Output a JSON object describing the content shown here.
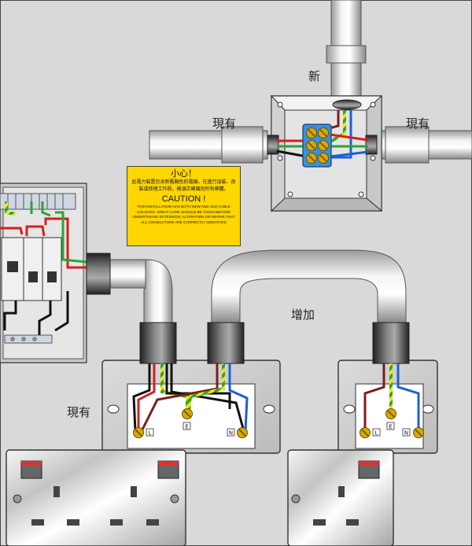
{
  "labels": {
    "new_top": "新",
    "existing_left": "現有",
    "existing_right": "現有",
    "extension": "增加",
    "existing_bottom": "現有"
  },
  "caution": {
    "title_zh": "小心！",
    "body_zh": "此電力裝置包含新舊顏色的電線。在進行加裝、改裝或修理工作前，務須正確識別所有導體。",
    "title_en": "CAUTION !",
    "body_en": "THIS INSTALLATION HAS BOTH NEW AND OLD CABLE COLOURS. GREAT CARE SHOULD BE TAKEN BEFORE UNDERTAKING EXTENSION, ALTERATION OR REPAIR THAT ALL CONDUCTORS ARE CORRECTLY IDENTIFIED"
  },
  "terminals": {
    "left_box": [
      "L",
      "E",
      "N"
    ],
    "right_box": [
      "L",
      "E",
      "N"
    ]
  },
  "colors": {
    "wall": "#d9d9d9",
    "live_new": "#7a1f1a",
    "live_old": "#d41f1f",
    "neutral_new": "#1f5fd4",
    "neutral_old": "#111111",
    "earth_green": "#2aa532",
    "earth_yellow": "#f2e600",
    "caution_yellow": "#ffd600",
    "terminal_brass": "#d9a900"
  }
}
